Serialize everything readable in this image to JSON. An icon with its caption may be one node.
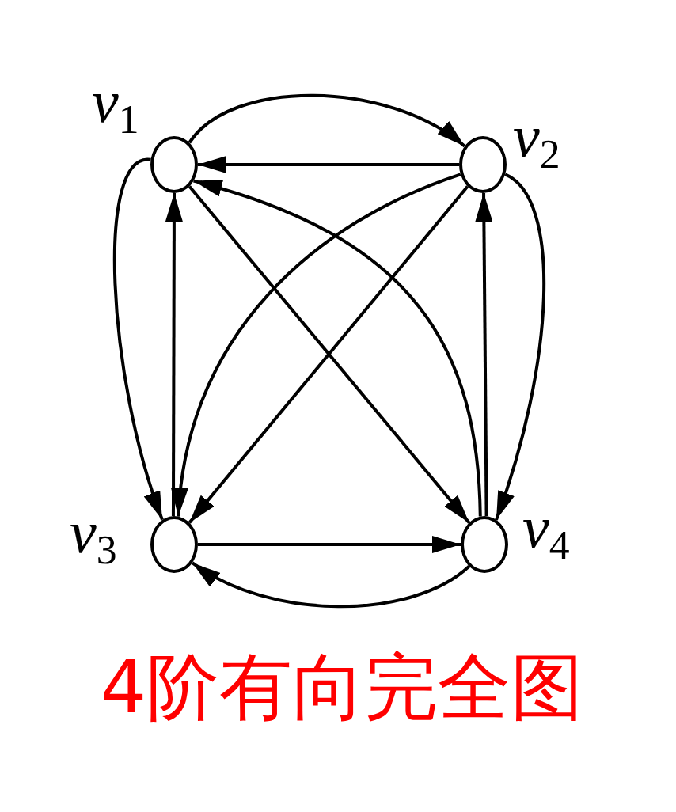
{
  "diagram": {
    "caption": "4阶有向完全图",
    "nodes": [
      {
        "text": [],
        "shape": "circle",
        "beside": [
          "*v*$_{1}$"
        ]
      },
      {
        "text": [],
        "shape": "circle",
        "beside": [
          "*v*$_{2}$"
        ]
      },
      {
        "text": [],
        "shape": "circle",
        "beside": [
          "*v*$_{3}$"
        ]
      },
      {
        "text": [],
        "shape": "circle",
        "beside": [
          "*v*$_{4}$"
        ]
      }
    ],
    "edges": [
      {
        "from": 0,
        "to": 1,
        "arrow": "to"
      },
      {
        "from": 1,
        "to": 0,
        "arrow": "to"
      },
      {
        "from": 0,
        "to": 2,
        "arrow": "to"
      },
      {
        "from": 2,
        "to": 0,
        "arrow": "to"
      },
      {
        "from": 0,
        "to": 3,
        "arrow": "to"
      },
      {
        "from": 3,
        "to": 0,
        "arrow": "to"
      },
      {
        "from": 1,
        "to": 2,
        "arrow": "to"
      },
      {
        "from": 1,
        "to": 2,
        "arrow": "to"
      },
      {
        "from": 3,
        "to": 1,
        "arrow": "to"
      },
      {
        "from": 1,
        "to": 3,
        "arrow": "to"
      },
      {
        "from": 2,
        "to": 3,
        "arrow": "to"
      },
      {
        "from": 3,
        "to": 2,
        "arrow": "to"
      }
    ]
  }
}
